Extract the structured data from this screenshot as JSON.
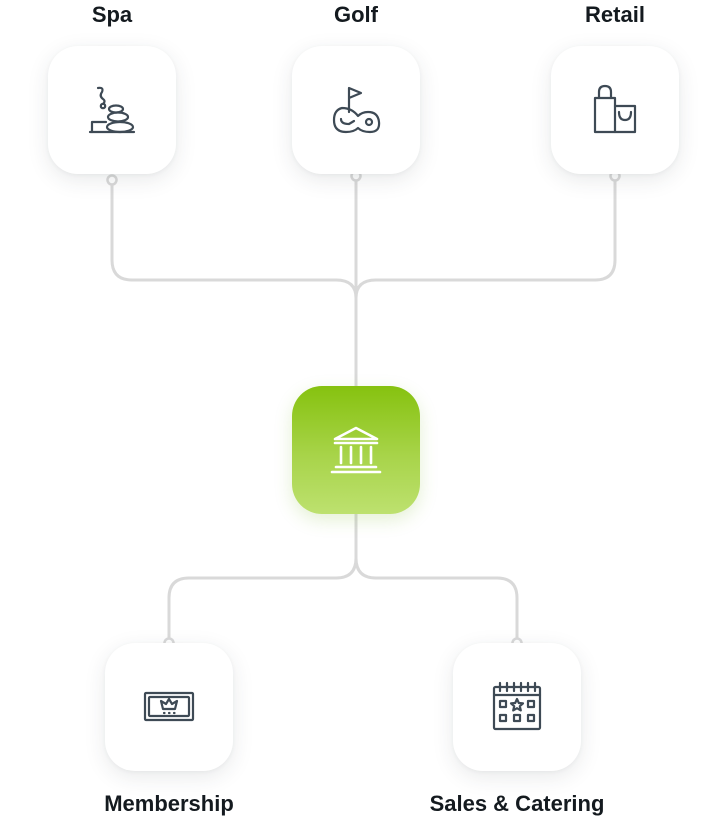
{
  "nodes": {
    "spa": {
      "label": "Spa",
      "icon": "spa-stones-icon"
    },
    "golf": {
      "label": "Golf",
      "icon": "golf-flag-icon"
    },
    "retail": {
      "label": "Retail",
      "icon": "shopping-bag-icon"
    },
    "membership": {
      "label": "Membership",
      "icon": "membership-card-icon"
    },
    "sales": {
      "label": "Sales & Catering",
      "icon": "calendar-star-icon"
    }
  },
  "hub": {
    "icon": "bank-building-icon"
  },
  "colors": {
    "connector": "#d9d9d9",
    "icon_stroke": "#3e4a55",
    "hub_gradient_top": "#86c20f",
    "hub_gradient_bottom": "#bde16f",
    "label_text": "#141a1f"
  }
}
